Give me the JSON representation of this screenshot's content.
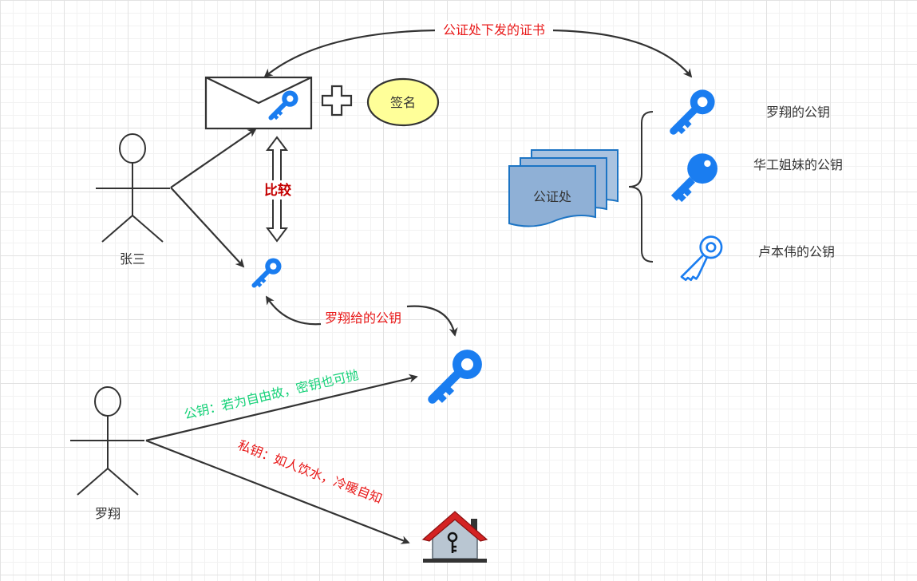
{
  "labels": {
    "certificate_edge": "公证处下发的证书",
    "signature": "签名",
    "compare": "比较",
    "zhangsan": "张三",
    "luoxiang": "罗翔",
    "notary": "公证处",
    "luoxiang_pubkey": "罗翔的公钥",
    "huagong_pubkey": "华工姐妹的公钥",
    "lubenwei_pubkey": "卢本伟的公钥",
    "luoxiang_gave_pubkey": "罗翔给的公钥",
    "public_key_note": "公钥：若为自由故，密钥也可抛",
    "private_key_note": "私钥：如人饮水，冷暖自知"
  },
  "colors": {
    "key_blue": "#1a7df0",
    "red_text": "#e81818",
    "green_text": "#15d178",
    "compare_text": "#c40000",
    "signature_fill": "#ffff99",
    "doc_fill": "#8fb0d6",
    "roof_red": "#d42222"
  },
  "icons": [
    "envelope-icon",
    "plus-icon",
    "key-icon",
    "house-key-icon",
    "document-stack-icon",
    "stick-figure-icon",
    "double-arrow-icon",
    "brace-icon"
  ]
}
